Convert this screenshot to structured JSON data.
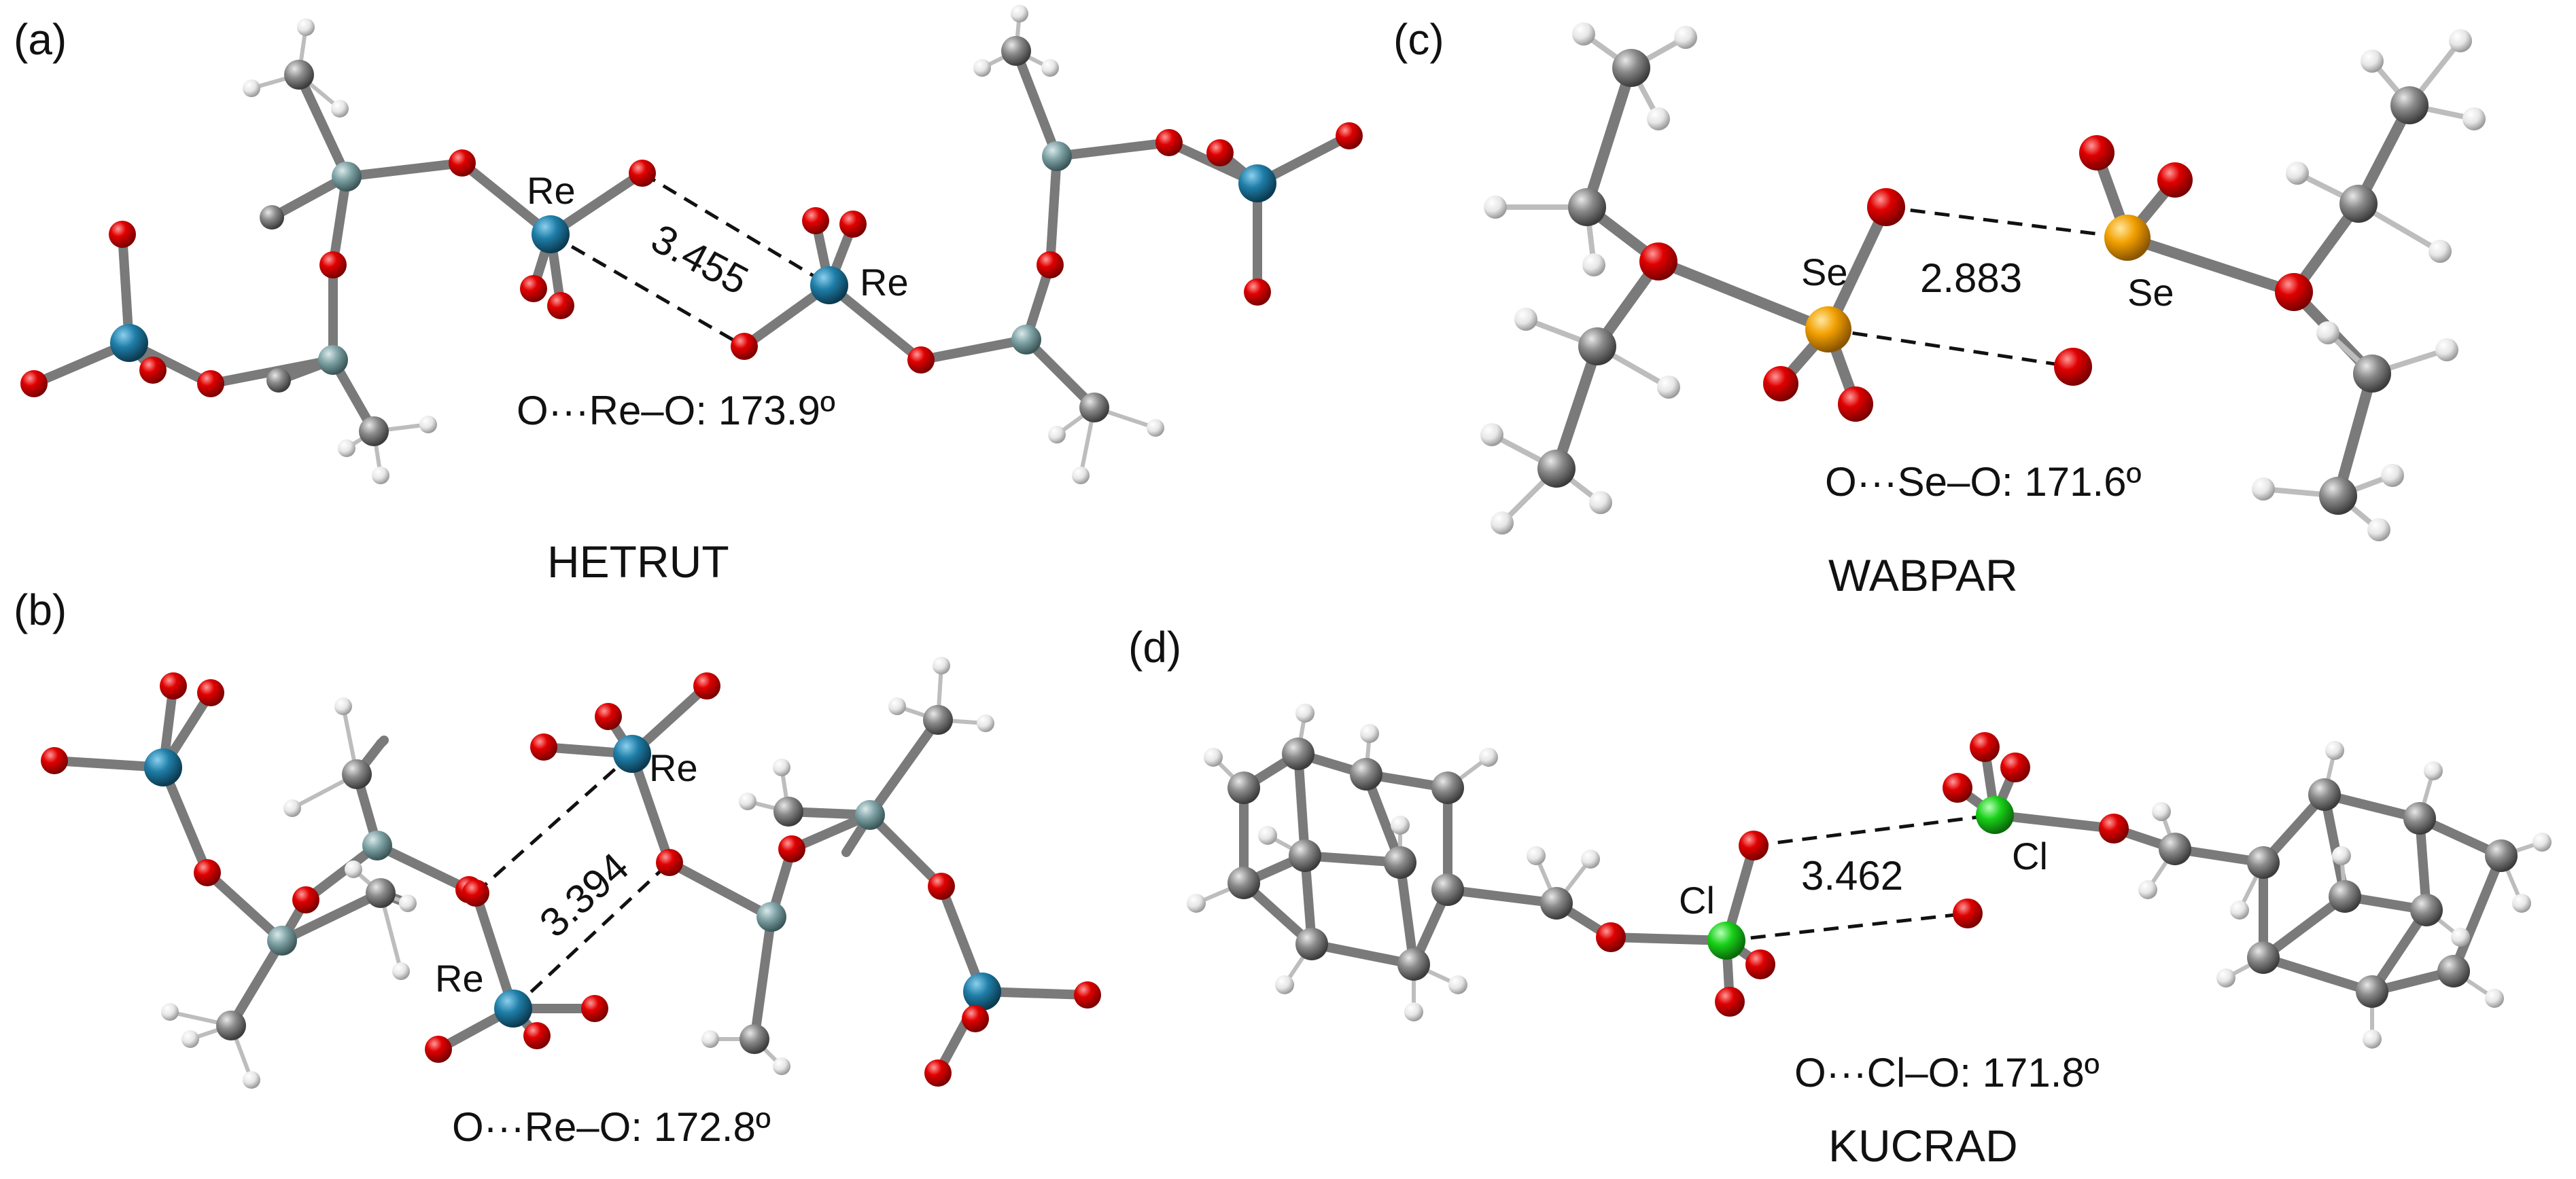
{
  "panels": [
    {
      "id": "a",
      "tag": "(a)",
      "code": "HETRUT",
      "atom_label_1": "Re",
      "atom_label_2": "Re",
      "distance": "3.455",
      "angle": "O···Re–O: 173.9º"
    },
    {
      "id": "b",
      "tag": "(b)",
      "code": "",
      "atom_label_1": "Re",
      "atom_label_2": "Re",
      "distance": "3.394",
      "angle": "O···Re–O: 172.8º"
    },
    {
      "id": "c",
      "tag": "(c)",
      "code": "WABPAR",
      "atom_label_1": "Se",
      "atom_label_2": "Se",
      "distance": "2.883",
      "angle": "O···Se–O: 171.6º"
    },
    {
      "id": "d",
      "tag": "(d)",
      "code": "KUCRAD",
      "atom_label_1": "Cl",
      "atom_label_2": "Cl",
      "distance": "3.462",
      "angle": "O···Cl–O: 171.8º"
    }
  ],
  "colors": {
    "oxygen": "#e00000",
    "rhenium": "#1f7ea8",
    "silicon": "#7fa3a6",
    "carbon": "#8a8a8a",
    "hydrogen": "#e6e6e6",
    "selenium": "#f2a000",
    "chlorine": "#19d019",
    "bond": "#7a7a7a"
  }
}
